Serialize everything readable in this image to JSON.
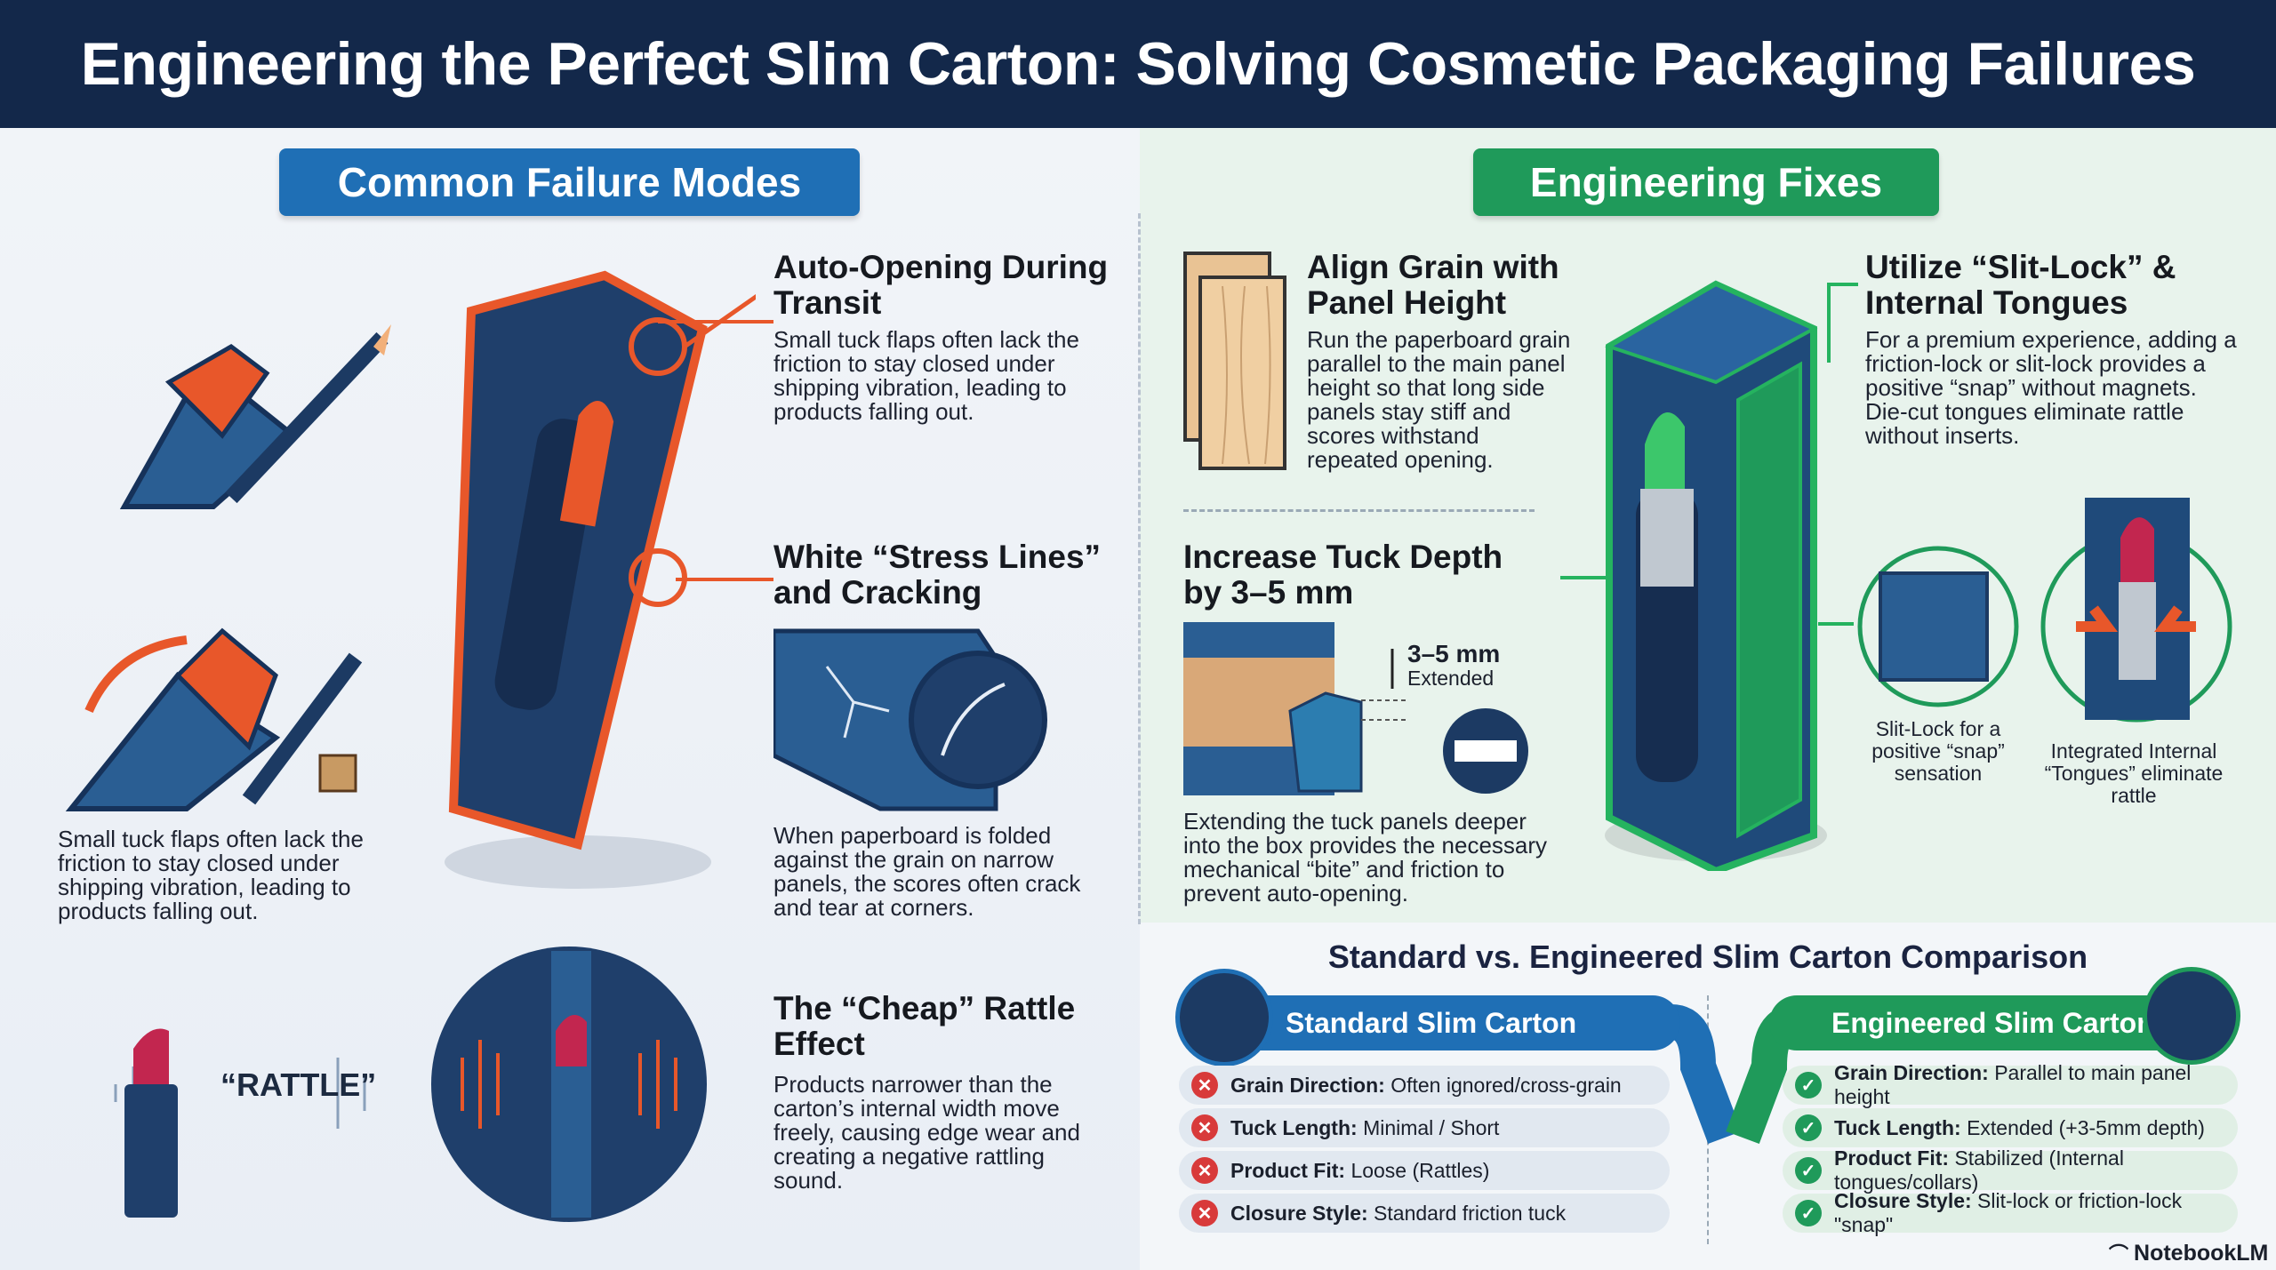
{
  "title": "Engineering the Perfect Slim Carton: Solving Cosmetic Packaging Failures",
  "left": {
    "section_label": "Common Failure Modes",
    "auto_opening": {
      "heading": "Auto-Opening During Transit",
      "body": "Small tuck flaps often lack the friction to stay closed under shipping vibration, leading to products falling out."
    },
    "left_caption": "Small tuck flaps often lack the friction to stay closed under shipping vibration, leading to products falling out.",
    "stress": {
      "heading": "White “Stress Lines” and Cracking",
      "body": "When paperboard is folded against the grain on narrow panels, the scores often crack and tear at corners."
    },
    "rattle": {
      "heading": "The “Cheap” Rattle Effect",
      "body": "Products narrower than the carton’s internal width move freely, causing edge wear and creating a negative rattling sound.",
      "sound_label": "“RATTLE”"
    }
  },
  "right": {
    "section_label": "Engineering Fixes",
    "grain": {
      "heading": "Align Grain with Panel Height",
      "body": "Run the paperboard grain parallel to the main panel height so that long side panels stay stiff and scores withstand repeated opening."
    },
    "slitlock": {
      "heading": "Utilize “Slit-Lock” & Internal Tongues",
      "body": "For a premium experience, adding a friction-lock or slit-lock provides a positive “snap” without magnets. Die-cut tongues eliminate rattle without inserts."
    },
    "tuck": {
      "heading": "Increase Tuck Depth by 3–5 mm",
      "dim_label": "3–5 mm",
      "dim_sub": "Extended",
      "body": "Extending the tuck panels deeper into the box provides the necessary mechanical “bite” and friction to prevent auto-opening."
    },
    "slit_caption": "Slit-Lock for a positive “snap” sensation",
    "tongue_caption": "Integrated Internal “Tongues” eliminate rattle"
  },
  "comparison": {
    "title": "Standard vs. Engineered Slim Carton Comparison",
    "standard": {
      "label": "Standard Slim Carton",
      "rows": [
        {
          "key": "Grain Direction:",
          "value": "Often ignored/cross-grain"
        },
        {
          "key": "Tuck Length:",
          "value": "Minimal / Short"
        },
        {
          "key": "Product Fit:",
          "value": "Loose (Rattles)"
        },
        {
          "key": "Closure Style:",
          "value": "Standard friction tuck"
        }
      ]
    },
    "engineered": {
      "label": "Engineered Slim Carton",
      "rows": [
        {
          "key": "Grain Direction:",
          "value": "Parallel to main panel height"
        },
        {
          "key": "Tuck Length:",
          "value": "Extended (+3-5mm depth)"
        },
        {
          "key": "Product Fit:",
          "value": "Stabilized (Internal tongues/collars)"
        },
        {
          "key": "Closure Style:",
          "value": "Slit-lock or friction-lock \"snap\""
        }
      ]
    }
  },
  "brand": "NotebookLM",
  "colors": {
    "header": "#13284a",
    "blue": "#1f6fb5",
    "green": "#1f9a5a",
    "orange": "#e8572a",
    "navy": "#1c3a63"
  }
}
